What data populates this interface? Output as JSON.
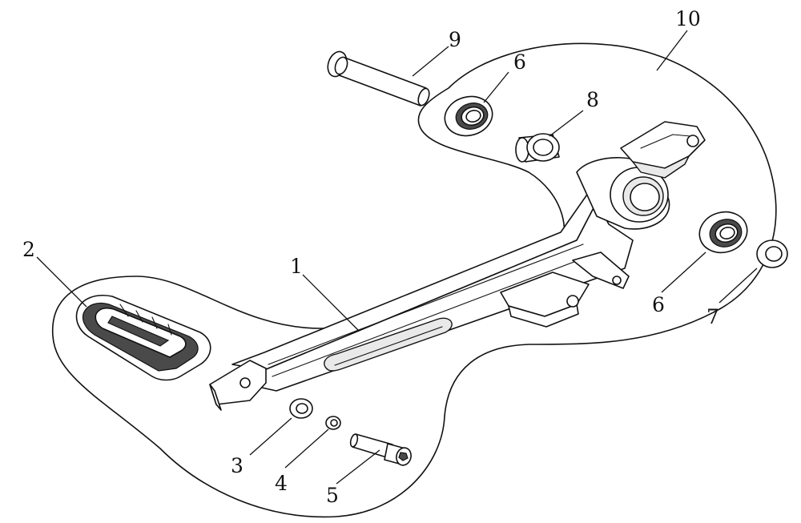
{
  "diagram": {
    "callouts": [
      {
        "id": "c1",
        "label": "1"
      },
      {
        "id": "c2",
        "label": "2"
      },
      {
        "id": "c3",
        "label": "3"
      },
      {
        "id": "c4",
        "label": "4"
      },
      {
        "id": "c5",
        "label": "5"
      },
      {
        "id": "c6a",
        "label": "6"
      },
      {
        "id": "c6b",
        "label": "6"
      },
      {
        "id": "c7",
        "label": "7"
      },
      {
        "id": "c8",
        "label": "8"
      },
      {
        "id": "c9",
        "label": "9"
      },
      {
        "id": "c10",
        "label": "10"
      }
    ]
  }
}
